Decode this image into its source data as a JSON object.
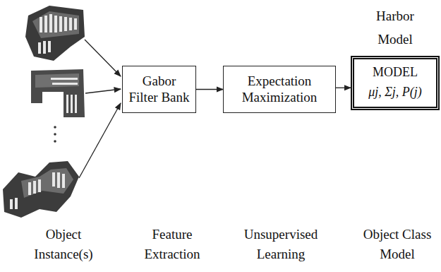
{
  "diagram": {
    "nodes": [
      {
        "text": [
          "Gabor Filter Bank"
        ]
      },
      {
        "text": [
          "Expectation Maximization"
        ]
      },
      {
        "text": [
          "Harbor Model",
          "MODEL",
          "μj, Σj, P(j)"
        ]
      }
    ],
    "edges": [
      {
        "from": 0,
        "to": 1,
        "arrow": "to"
      },
      {
        "from": 1,
        "to": 2,
        "arrow": "to"
      }
    ],
    "labels": [
      "Object Instance(s)",
      "Feature Extraction",
      "Unsupervised Learning",
      "Object Class Model"
    ]
  }
}
